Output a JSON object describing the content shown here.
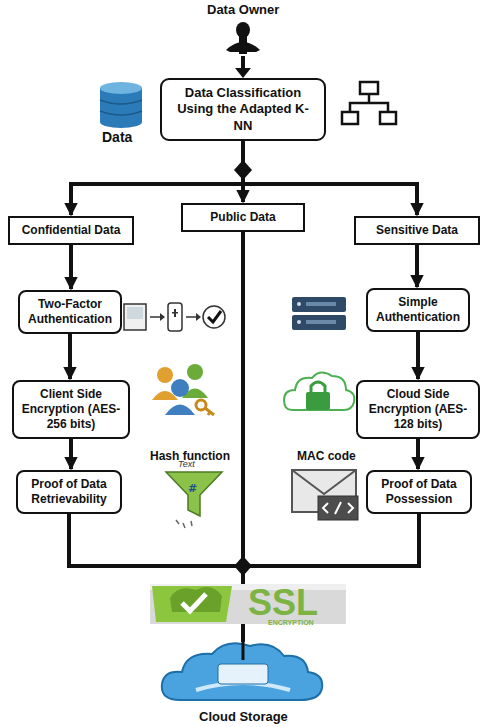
{
  "diagram": {
    "nodes": [
      {
        "text": [
          "Data Classification Using the Adapted K-NN"
        ]
      },
      {
        "text": [
          "Confidential Data"
        ]
      },
      {
        "text": [
          "Public Data"
        ]
      },
      {
        "text": [
          "Sensitive Data"
        ]
      },
      {
        "text": [
          "Two-Factor Authentication"
        ]
      },
      {
        "text": [
          "Simple Authentication"
        ]
      },
      {
        "text": [
          "Client Side Encryption (AES-256 bits)"
        ]
      },
      {
        "text": [
          "Cloud Side Encryption (AES-128 bits)"
        ]
      },
      {
        "text": [
          "Proof of Data Retrievability"
        ]
      },
      {
        "text": [
          "Proof of Data Possession"
        ]
      }
    ],
    "edges": [
      {
        "from": 0,
        "to": 1,
        "arrow": "to"
      },
      {
        "from": 0,
        "to": 2,
        "arrow": "to"
      },
      {
        "from": 0,
        "to": 3,
        "arrow": "to"
      },
      {
        "from": 1,
        "to": 4,
        "arrow": "to"
      },
      {
        "from": 4,
        "to": 6,
        "arrow": "to"
      },
      {
        "from": 6,
        "to": 8,
        "arrow": "to"
      },
      {
        "from": 3,
        "to": 5,
        "arrow": "to"
      },
      {
        "from": 5,
        "to": 7,
        "arrow": "to"
      },
      {
        "from": 7,
        "to": 9,
        "arrow": "to"
      }
    ],
    "labels": [
      "Data Owner",
      "Data",
      "Hash function",
      "Text",
      "MAC code",
      "SSL",
      "ENCRYPTION",
      "Cloud Storage"
    ]
  }
}
